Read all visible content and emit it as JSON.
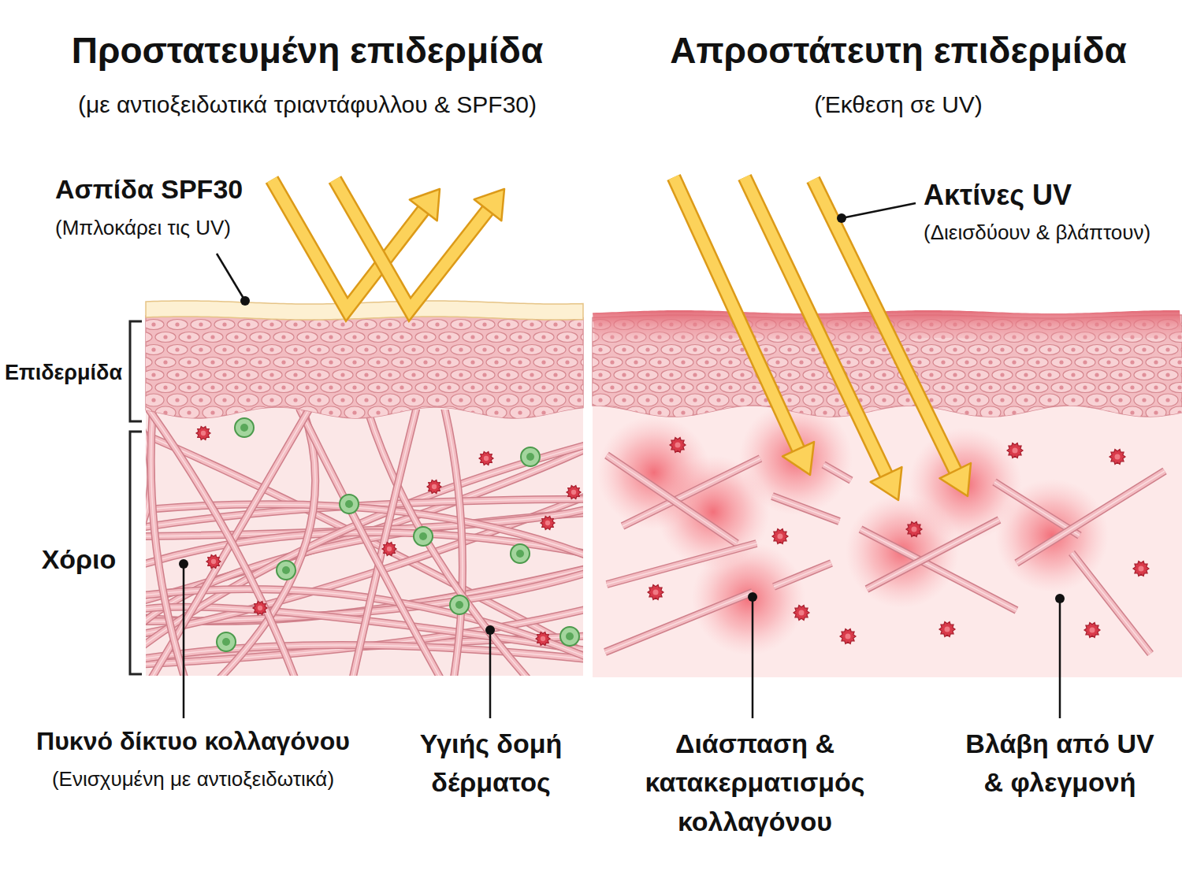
{
  "diagram": {
    "nodes": [
      {
        "text": [
          "Προστατευμένη επιδερμίδα",
          "(με αντιοξειδωτικά τριαντάφυλλου & SPF30)"
        ]
      },
      {
        "text": [
          "Απροστάτευτη επιδερμίδα",
          "(Έκθεση σε UV)"
        ]
      }
    ],
    "labels": [
      "Ασπίδα SPF30",
      "(Μπλοκάρει τις UV)",
      "Επιδερμίδα",
      "Χόριο",
      "Πυκνό δίκτυο κολλαγόνου",
      "(Ενισχυμένη με αντιοξειδωτικά)",
      "Υγιής δομή δέρματος",
      "Ακτίνες UV",
      "(Διεισδύουν & βλάπτουν)",
      "Διάσπαση & κατακερματισμός κολλαγόνου",
      "Βλάβη από UV & φλεγμονή"
    ]
  }
}
